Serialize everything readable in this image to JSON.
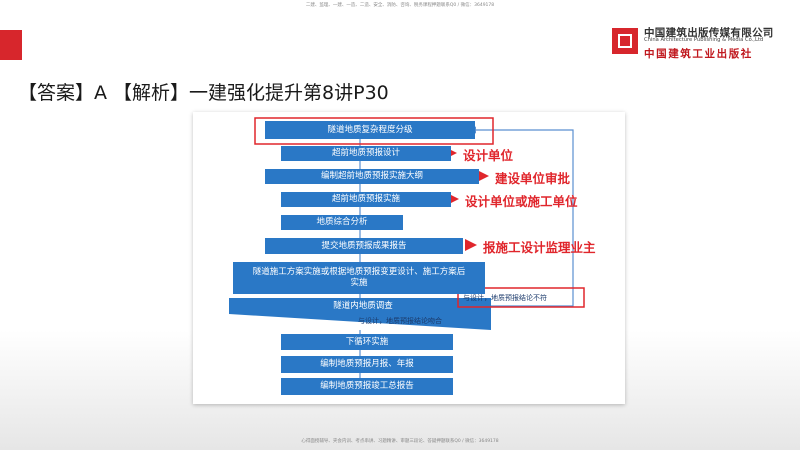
{
  "page": {
    "top_note": "二建、监理、一建、一造、二造、安全、消防、咨询、税务课程押题联系Q0 / 微信：3649178",
    "bottom_note": "心得面授辅导、夹会内训、考点串讲、习题精讲、审题三段论、答疑押题联系Q0 / 微信：3649178",
    "headline": "【答案】A 【解析】一建强化提升第8讲P30"
  },
  "publisher": {
    "name_cn": "中国建筑出版传媒有限公司",
    "name_en": "China Architecture Publishing & Media Co.,Ltd",
    "name_cn2": "中国建筑工业出版社"
  },
  "colors": {
    "box_blue": "#2a78c6",
    "annotation_red": "#e0262c",
    "accent_red": "#d7262c",
    "loop_blue": "#5b8fd0"
  },
  "flowchart": {
    "steps": [
      "隧道地质复杂程度分级",
      "超前地质预报设计",
      "编制超前地质预报实施大纲",
      "超前地质预报实施",
      "地质综合分析",
      "提交地质预报成果报告",
      "隧道施工方案实施或根据地质预报变更设计、施工方案后实施",
      "隧道内地质调查",
      "下循环实施",
      "编制地质预报月报、年报",
      "编制地质预报竣工总报告"
    ],
    "annotations": [
      "设计单位",
      "建设单位审批",
      "设计单位或施工单位",
      "报施工设计监理业主"
    ],
    "branch_mismatch": "与设计，地质预报结论不符",
    "branch_match": "与设计，地质预报结论吻合"
  }
}
